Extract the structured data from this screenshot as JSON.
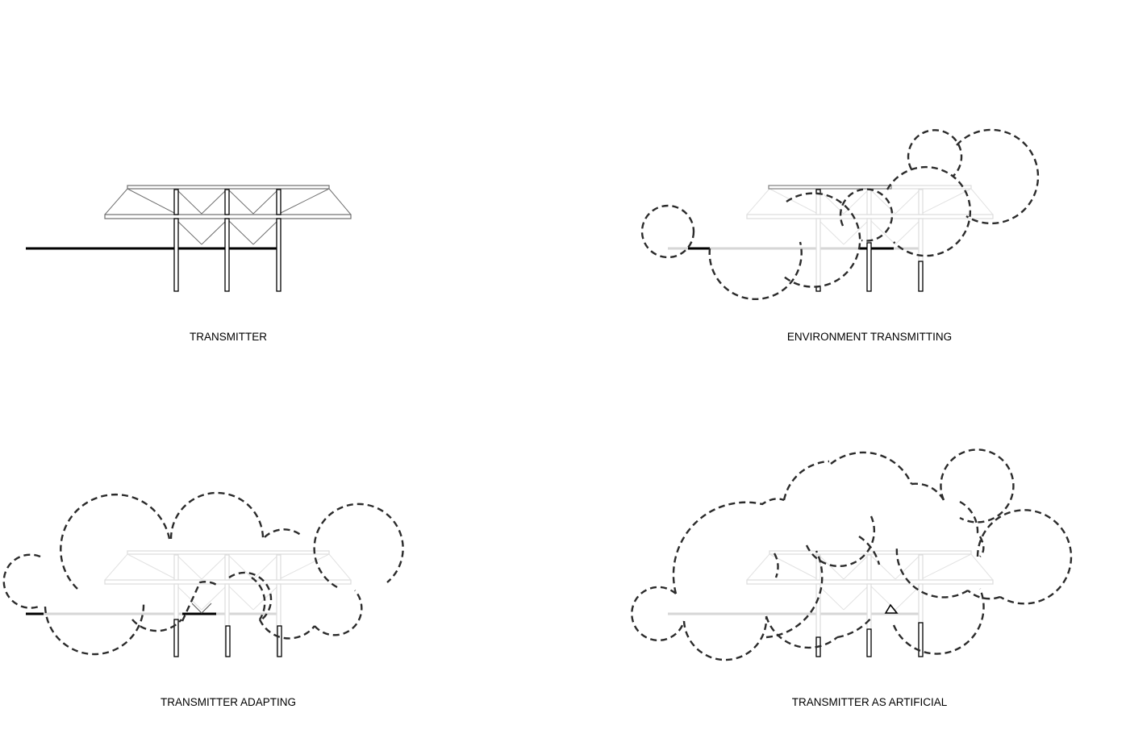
{
  "panels": [
    {
      "id": "transmitter",
      "label": "TRANSMITTER"
    },
    {
      "id": "environment-transmitting",
      "label": "ENVIRONMENT TRANSMITTING"
    },
    {
      "id": "transmitter-adapting",
      "label": "TRANSMITTER ADAPTING"
    },
    {
      "id": "transmitter-as-artificial",
      "label": "TRANSMITTER AS ARTIFICIAL"
    }
  ],
  "colors": {
    "background": "#ffffff",
    "structure": "#000000",
    "truss": "#6f6f6f",
    "faded_structure": "#dcdcdc",
    "vegetation_outline": "#2b2b2b"
  }
}
